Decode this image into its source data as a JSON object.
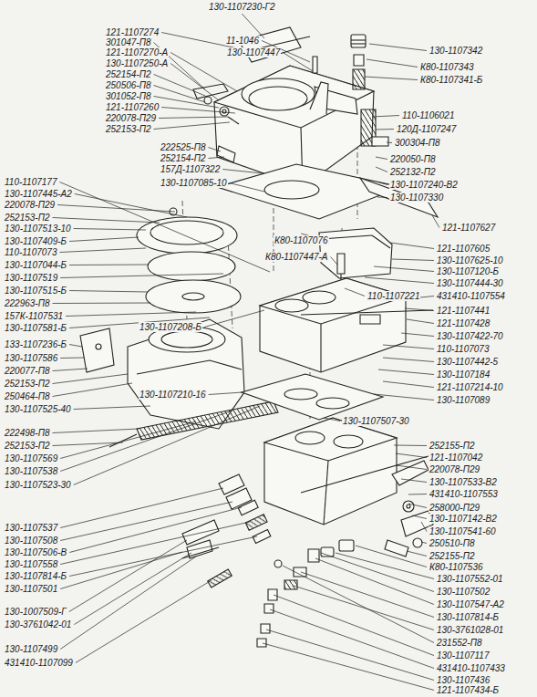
{
  "diagram": {
    "labels": [
      "130-1107230-Г2",
      "121-1107274",
      "11-1046",
      "301047-П8",
      "121-1107270-А",
      "130-1107447",
      "130-1107342",
      "130-1107250-А",
      "252154-П2",
      "К80-1107343",
      "250506-П8",
      "К80-1107341-Б",
      "301052-П8",
      "121-1107260",
      "220078-П29",
      "110-1106021",
      "252153-П2",
      "120Д-1107247",
      "300304-П8",
      "222525-П8",
      "252154-П2",
      "220050-П8",
      "157Д-1107322",
      "252132-П2",
      "110-1107177",
      "130-1107085-10",
      "130-1107240-В2",
      "130-1107445-А2",
      "130-1107330",
      "220078-П29",
      "252153-П2",
      "130-1107513-10",
      "121-1107627",
      "130-1107409-Б",
      "К80-1107076",
      "110-1107073",
      "121-1107605",
      "130-1107044-Б",
      "К80-1107447-А",
      "130-1107625-10",
      "130-1107519",
      "130-1107120-Б",
      "130-1107515-Б",
      "130-1107444-30",
      "110-1107221",
      "431410-1107554",
      "222963-П8",
      "157К-1107531",
      "121-1107441",
      "130-1107581-Б",
      "130-1107208-Б",
      "121-1107428",
      "133-1107236-Б",
      "130-1107422-70",
      "130-1107586",
      "110-1107073",
      "220077-П8",
      "130-1107442-5",
      "252153-П2",
      "130-1107184",
      "250464-П8",
      "130-1107210-16",
      "121-1107214-10",
      "130-1107525-40",
      "130-1107089",
      "130-1107507-30",
      "222498-П8",
      "252153-П2",
      "252155-П2",
      "130-1107569",
      "121-1107042",
      "130-1107538",
      "220078-П29",
      "130-1107523-30",
      "130-1107533-В2",
      "431410-1107553",
      "258000-П29",
      "130-1107537",
      "130-1107142-В2",
      "130-1107508",
      "130-1107541-60",
      "130-1107506-В",
      "250510-П8",
      "130-1107558",
      "252155-П2",
      "130-1107814-Б",
      "К80-1107536",
      "130-1107501",
      "130-1007509-Г",
      "130-1107552-01",
      "130-1107502",
      "130-3761042-01",
      "130-1107547-А2",
      "130-1107499",
      "130-1107814-Б",
      "431410-1107099",
      "130-3761028-01",
      "231552-П8",
      "130-1107117",
      "431410-1107433",
      "130-1107436",
      "121-1107434-Б"
    ]
  }
}
